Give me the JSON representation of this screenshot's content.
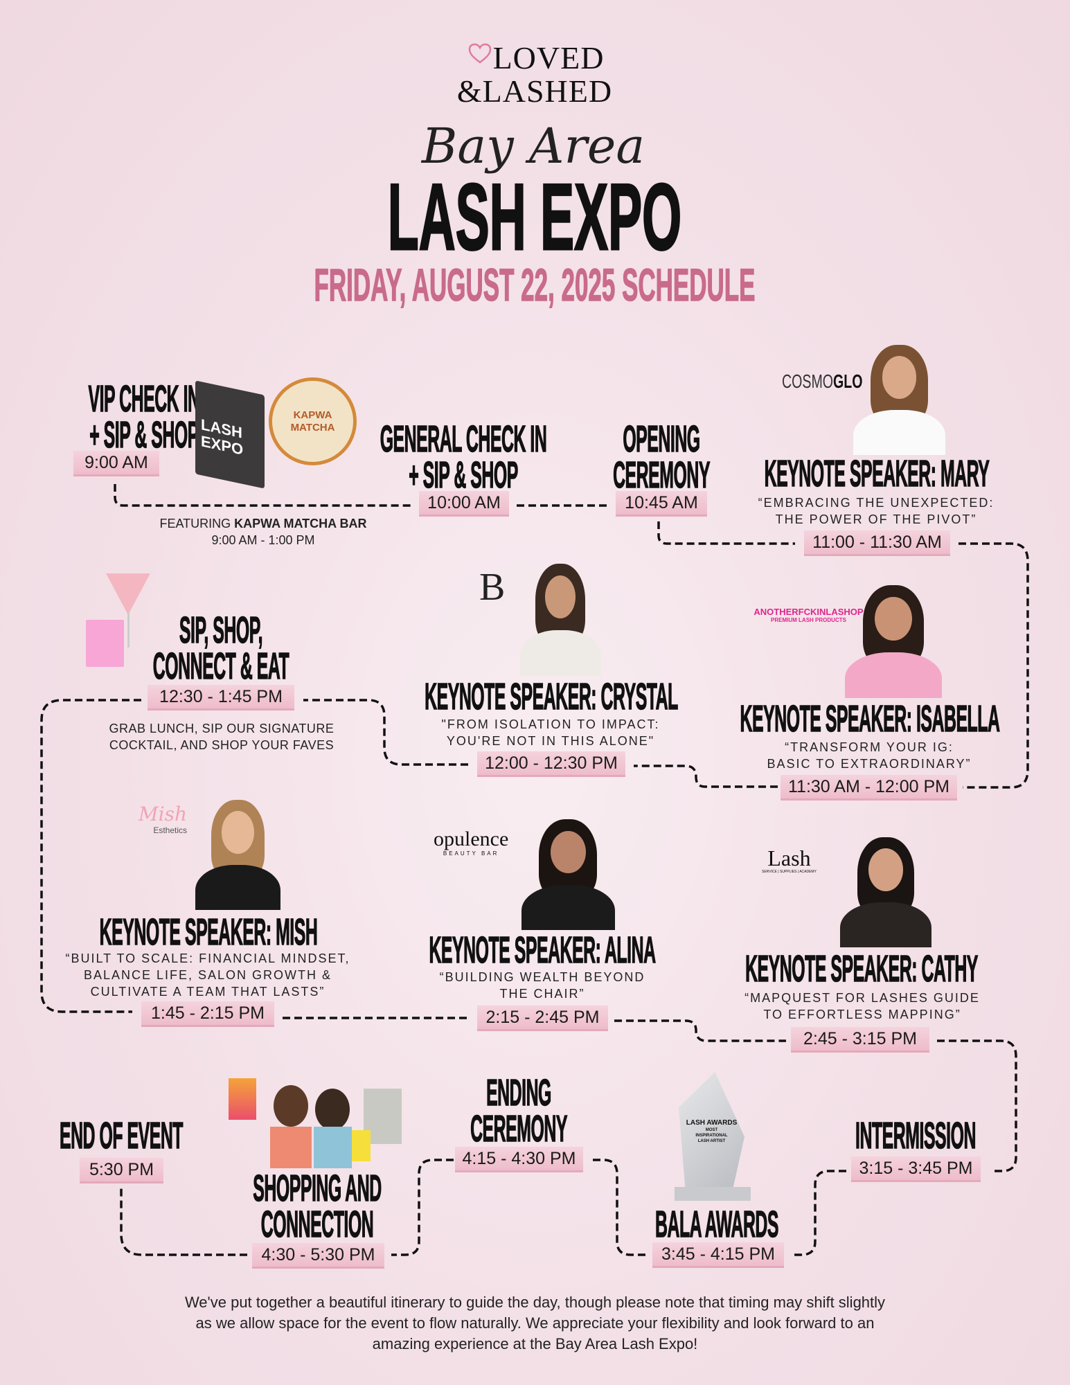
{
  "brand": {
    "logo_line1": "LOVED",
    "logo_line2": "&LASHED",
    "script_title": "Bay Area",
    "main_title": "LASH EXPO"
  },
  "subtitle": "FRIDAY, AUGUST 22, 2025 SCHEDULE",
  "colors": {
    "accent": "#c96b8b",
    "badge": "#f1c6d3",
    "background": "#f3e0e7"
  },
  "events": {
    "vip": {
      "title": [
        "VIP CHECK IN",
        "+ SIP & SHOP"
      ],
      "time": "9:00 AM",
      "bag_text": "LASH EXPO",
      "matcha_logo": "KAPWA MATCHA"
    },
    "general": {
      "title": [
        "GENERAL CHECK IN",
        "+ SIP & SHOP"
      ],
      "time": "10:00 AM",
      "featuring_prefix": "FEATURING ",
      "featuring_name": "KAPWA MATCHA BAR",
      "featuring_time": "9:00 AM - 1:00 PM"
    },
    "opening": {
      "title": [
        "OPENING",
        "CEREMONY"
      ],
      "time": "10:45 AM"
    },
    "mary": {
      "title": "KEYNOTE SPEAKER: MARY",
      "quote": [
        "“EMBRACING THE UNEXPECTED:",
        "THE POWER OF THE PIVOT”"
      ],
      "time": "11:00 - 11:30 AM",
      "logo_a": "COSMO",
      "logo_b": "GLO"
    },
    "isabella": {
      "title": "KEYNOTE SPEAKER: ISABELLA",
      "quote": [
        "“TRANSFORM YOUR IG:",
        "BASIC TO EXTRAORDINARY”"
      ],
      "time": "11:30 AM - 12:00 PM",
      "logo": "ANOTHERFCKINLASHOP",
      "logo_sub": "PREMIUM LASH PRODUCTS"
    },
    "crystal": {
      "title": "KEYNOTE SPEAKER: CRYSTAL",
      "quote": [
        "\"FROM ISOLATION TO IMPACT:",
        "YOU'RE NOT IN THIS ALONE\""
      ],
      "time": "12:00 - 12:30 PM",
      "logo": "B"
    },
    "lunch": {
      "title": [
        "SIP, SHOP,",
        "CONNECT & EAT"
      ],
      "time": "12:30 - 1:45 PM",
      "desc": [
        "GRAB LUNCH, SIP OUR SIGNATURE",
        "COCKTAIL, AND SHOP YOUR FAVES"
      ]
    },
    "mish": {
      "title": "KEYNOTE SPEAKER: MISH",
      "quote": [
        "“BUILT TO SCALE: FINANCIAL MINDSET,",
        "BALANCE LIFE, SALON GROWTH &",
        "CULTIVATE A TEAM THAT LASTS”"
      ],
      "time": "1:45 - 2:15 PM",
      "logo": "Mish",
      "logo_sub": "Esthetics"
    },
    "alina": {
      "title": "KEYNOTE SPEAKER: ALINA",
      "quote": [
        "“BUILDING WEALTH BEYOND",
        "THE CHAIR”"
      ],
      "time": "2:15 - 2:45 PM",
      "logo": "opulence",
      "logo_sub": "BEAUTY BAR"
    },
    "cathy": {
      "title": "KEYNOTE SPEAKER: CATHY",
      "quote": [
        "“MAPQUEST FOR LASHES GUIDE",
        "TO EFFORTLESS MAPPING”"
      ],
      "time": "2:45 - 3:15 PM",
      "logo": "Lash",
      "logo_sub": "SERVICE | SUPPLIES | ACADEMY"
    },
    "intermission": {
      "title": "INTERMISSION",
      "time": "3:15 - 3:45 PM"
    },
    "bala": {
      "title": "BALA AWARDS",
      "time": "3:45 - 4:15 PM",
      "trophy_text": "LASH AWARDS",
      "trophy_sub": "MOST INSPIRATIONAL LASH ARTIST"
    },
    "ending": {
      "title": [
        "ENDING",
        "CEREMONY"
      ],
      "time": "4:15 - 4:30 PM"
    },
    "shopping": {
      "title": [
        "SHOPPING AND",
        "CONNECTION"
      ],
      "time": "4:30 - 5:30 PM"
    },
    "end": {
      "title": "END OF EVENT",
      "time": "5:30 PM"
    }
  },
  "footer": [
    "We've put together a beautiful itinerary to guide the day, though please note that timing may shift slightly",
    "as we allow space for the event to flow naturally. We appreciate your flexibility and look forward to an",
    "amazing experience at the Bay Area Lash Expo!"
  ]
}
